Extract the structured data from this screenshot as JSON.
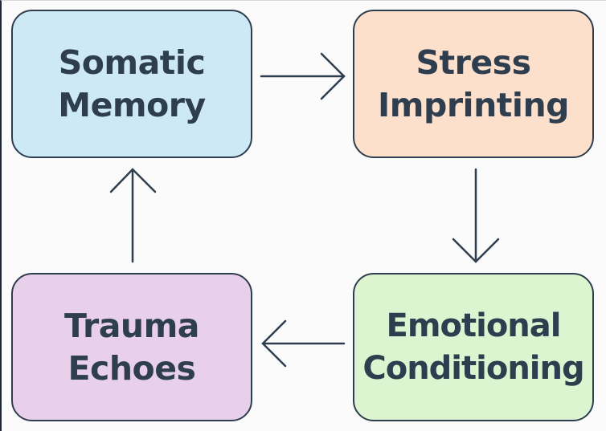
{
  "diagram": {
    "type": "cycle",
    "nodes": [
      {
        "id": "somatic",
        "lines": [
          "Somatic",
          "Memory"
        ],
        "fill": "#cde9f5"
      },
      {
        "id": "stress",
        "lines": [
          "Stress",
          "Imprinting"
        ],
        "fill": "#fde0cc"
      },
      {
        "id": "emotional",
        "lines": [
          "Emotional",
          "Conditioning"
        ],
        "fill": "#dcf5d0"
      },
      {
        "id": "trauma",
        "lines": [
          "Trauma",
          "Echoes"
        ],
        "fill": "#e8d0ea"
      }
    ],
    "edges": [
      {
        "from": "somatic",
        "to": "stress",
        "direction": "right"
      },
      {
        "from": "stress",
        "to": "emotional",
        "direction": "down"
      },
      {
        "from": "emotional",
        "to": "trauma",
        "direction": "left"
      },
      {
        "from": "trauma",
        "to": "somatic",
        "direction": "up"
      }
    ],
    "stroke_color": "#2f3e4e",
    "text_color": "#2f3e4e"
  }
}
